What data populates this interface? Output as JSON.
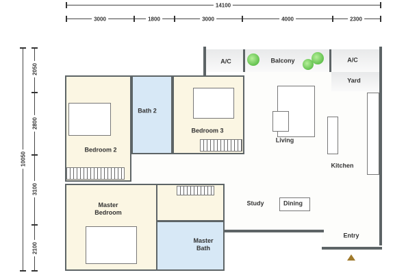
{
  "dimensions": {
    "top_total": "14100",
    "top_segments": [
      "3000",
      "1800",
      "3000",
      "4000",
      "2300"
    ],
    "left_total": "10050",
    "left_segments": [
      "2050",
      "2800",
      "3100",
      "2100"
    ]
  },
  "rooms": {
    "ac_left": "A/C",
    "balcony": "Balcony",
    "ac_right": "A/C",
    "yard": "Yard",
    "bath2": "Bath 2",
    "bedroom3": "Bedroom 3",
    "bedroom2": "Bedroom 2",
    "living": "Living",
    "kitchen": "Kitchen",
    "study": "Study",
    "dining": "Dining",
    "master_bedroom": "Master\nBedroom",
    "master_bath": "Master\nBath",
    "entry": "Entry"
  },
  "colors": {
    "bedroom": "#fbf6e3",
    "bath": "#d7e8f6",
    "wall": "#5d6466",
    "plant": "#3fae2e",
    "entry_marker": "#a07a2c"
  }
}
